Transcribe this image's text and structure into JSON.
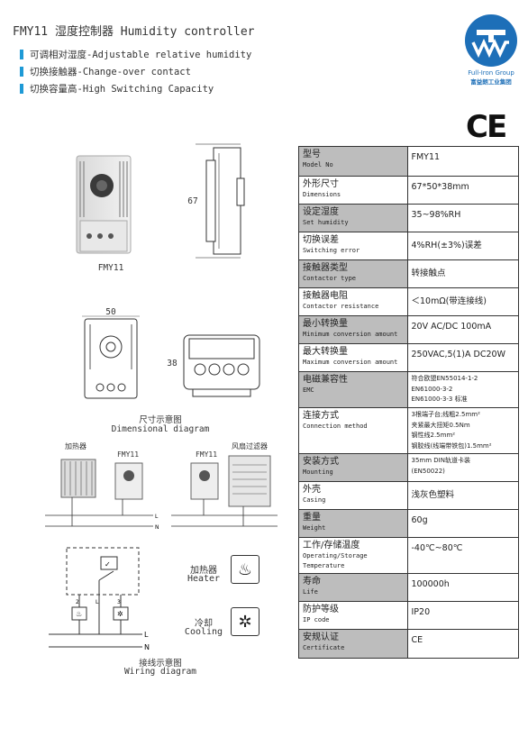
{
  "header": {
    "title": "FMY11 湿度控制器 Humidity controller",
    "bullets": [
      "可调相对湿度-Adjustable relative humidity",
      "切换接触器-Change-over contact",
      "切换容量高-High Switching Capacity"
    ]
  },
  "logo": {
    "brand_en": "Full-Iron Group",
    "brand_cn": "富益朗工业集团"
  },
  "certification_mark": "CE",
  "figures": {
    "product_caption": "FMY11",
    "dim_height": "67",
    "dim_width": "50",
    "dim_depth": "38",
    "dimension_caption_cn": "尺寸示意图",
    "dimension_caption_en": "Dimensional diagram",
    "heater_label": "加热器",
    "fmy11_label_1": "FMY11",
    "fmy11_label_2": "FMY11",
    "fan_filter_label": "风扇过滤器",
    "wiring_caption_cn": "接线示意图",
    "wiring_caption_en": "Wiring diagram",
    "heater_cn": "加热器",
    "heater_en": "Heater",
    "cooling_cn": "冷却",
    "cooling_en": "Cooling"
  },
  "spec_table": [
    {
      "cn": "型号",
      "en": "Model No",
      "value": [
        "FMY11"
      ],
      "shaded": true
    },
    {
      "cn": "外形尺寸",
      "en": "Dimensions",
      "value": [
        "67*50*38mm"
      ],
      "shaded": false
    },
    {
      "cn": "设定湿度",
      "en": "Set humidity",
      "value": [
        "35~98%RH"
      ],
      "shaded": true
    },
    {
      "cn": "切换误差",
      "en": "Switching error",
      "value": [
        "4%RH(±3%)误差"
      ],
      "shaded": false
    },
    {
      "cn": "接触器类型",
      "en": "Contactor type",
      "value": [
        "转接触点"
      ],
      "shaded": true
    },
    {
      "cn": "接触器电阻",
      "en": "Contactor resistance",
      "value": [
        "＜10mΩ(带连接线)"
      ],
      "shaded": false
    },
    {
      "cn": "最小转换量",
      "en": "Minimum conversion amount",
      "value": [
        "20V AC/DC 100mA"
      ],
      "shaded": true
    },
    {
      "cn": "最大转换量",
      "en": "Maximum conversion amount",
      "value": [
        "250VAC,5(1)A DC20W"
      ],
      "shaded": false
    },
    {
      "cn": "电磁兼容性",
      "en": "EMC",
      "value": [
        "符合欧盟EN55014-1-2",
        "EN61000-3-2",
        "EN61000-3-3 标准"
      ],
      "shaded": true,
      "small": true
    },
    {
      "cn": "连接方式",
      "en": "Connection method",
      "value": [
        "3根端子台;线粗2.5mm²",
        "夹紧最大扭矩0.5Nm",
        "钢性线2.5mm²",
        "钢胶线(线端带铁包)1.5mm²"
      ],
      "shaded": false,
      "small": true
    },
    {
      "cn": "安装方式",
      "en": "Mounting",
      "value": [
        "35mm DIN轨道卡装",
        "(EN50022)"
      ],
      "shaded": true,
      "small": true
    },
    {
      "cn": "外壳",
      "en": "Casing",
      "value": [
        "浅灰色塑料"
      ],
      "shaded": false
    },
    {
      "cn": "重量",
      "en": "Weight",
      "value": [
        "60g"
      ],
      "shaded": true
    },
    {
      "cn": "工作/存储温度",
      "en": "Operating/Storage Temperature",
      "value": [
        "-40℃~80℃"
      ],
      "shaded": false
    },
    {
      "cn": "寿命",
      "en": "Life",
      "value": [
        "100000h"
      ],
      "shaded": true
    },
    {
      "cn": "防护等级",
      "en": "IP code",
      "value": [
        "IP20"
      ],
      "shaded": false
    },
    {
      "cn": "安规认证",
      "en": "Certificate",
      "value": [
        "CE"
      ],
      "shaded": true
    }
  ]
}
